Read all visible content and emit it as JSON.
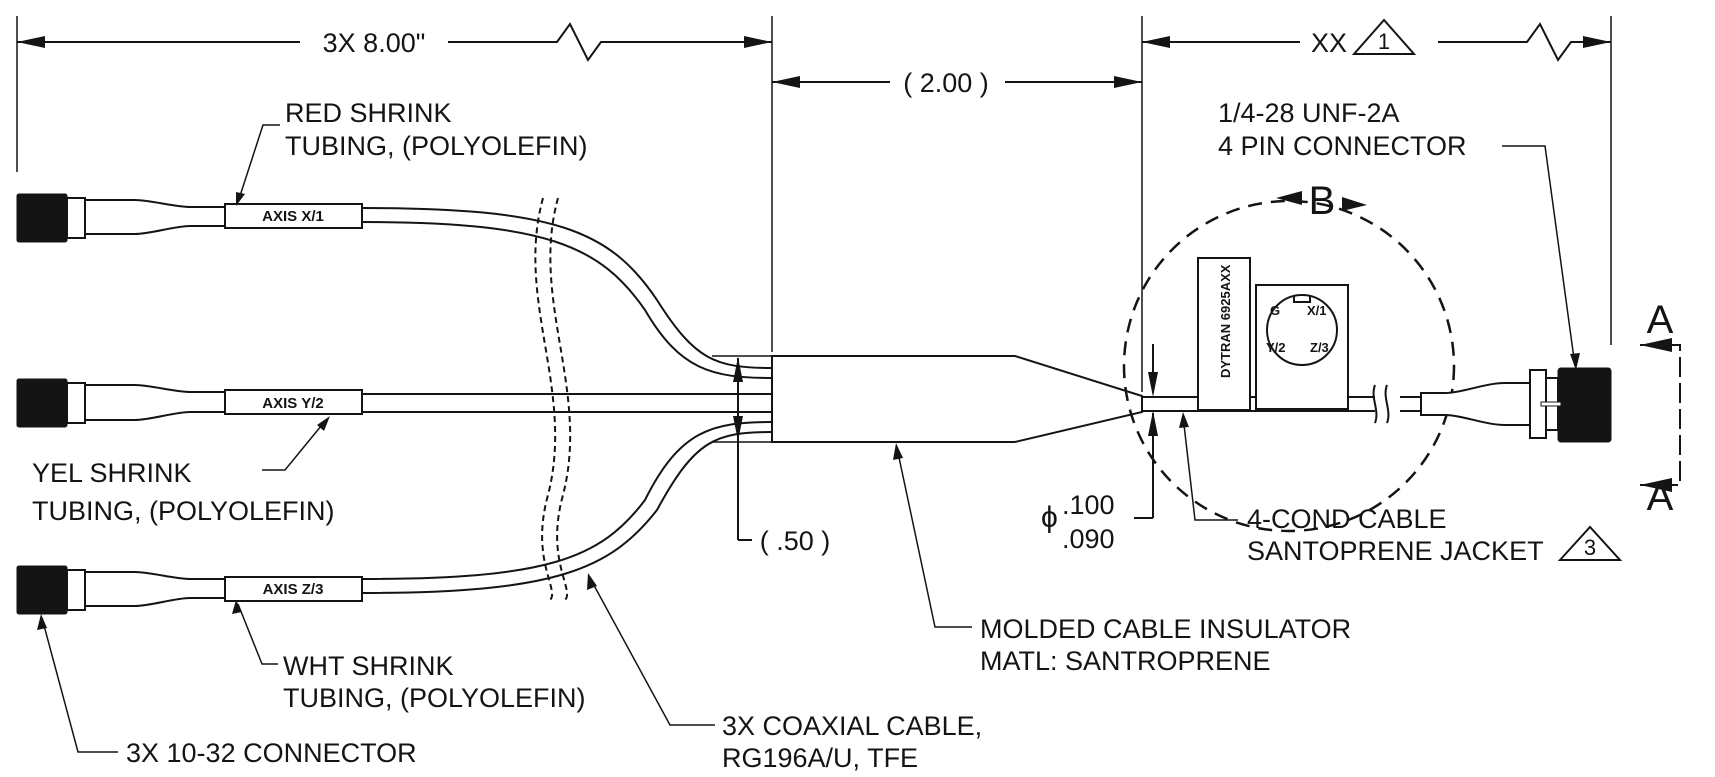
{
  "dimensions": {
    "leg_length": "3X 8.00\"",
    "breakout_length": "( 2.00 )",
    "cable_length": "XX",
    "cable_length_note": "1",
    "spacing": "( .50 )",
    "diameter_symbol": "ϕ",
    "diameter_max": ".100",
    "diameter_min": ".090"
  },
  "legs": [
    {
      "tag": "AXIS X/1",
      "label_line1": "RED SHRINK",
      "label_line2": "TUBING, (POLYOLEFIN)"
    },
    {
      "tag": "AXIS Y/2",
      "label_line1": "YEL SHRINK",
      "label_line2": "TUBING, (POLYOLEFIN)"
    },
    {
      "tag": "AXIS Z/3",
      "label_line1": "WHT SHRINK",
      "label_line2": "TUBING, (POLYOLEFIN)"
    }
  ],
  "callouts": {
    "connector_10_32": "3X 10-32 CONNECTOR",
    "coax_line1": "3X COAXIAL CABLE,",
    "coax_line2": "RG196A/U, TFE",
    "insulator_line1": "MOLDED CABLE INSULATOR",
    "insulator_line2": "MATL: SANTROPRENE",
    "cable_line1": "4-COND CABLE",
    "cable_line2": "SANTOPRENE JACKET",
    "cable_note": "3",
    "pin_conn_line1": "1/4-28 UNF-2A",
    "pin_conn_line2": "4 PIN CONNECTOR"
  },
  "detail": {
    "view_label": "B",
    "part_marking": "DYTRAN 6925AXX",
    "pins": [
      "G",
      "X/1",
      "Y/2",
      "Z/3"
    ]
  },
  "section": {
    "top_label": "A",
    "bottom_label": "A"
  }
}
